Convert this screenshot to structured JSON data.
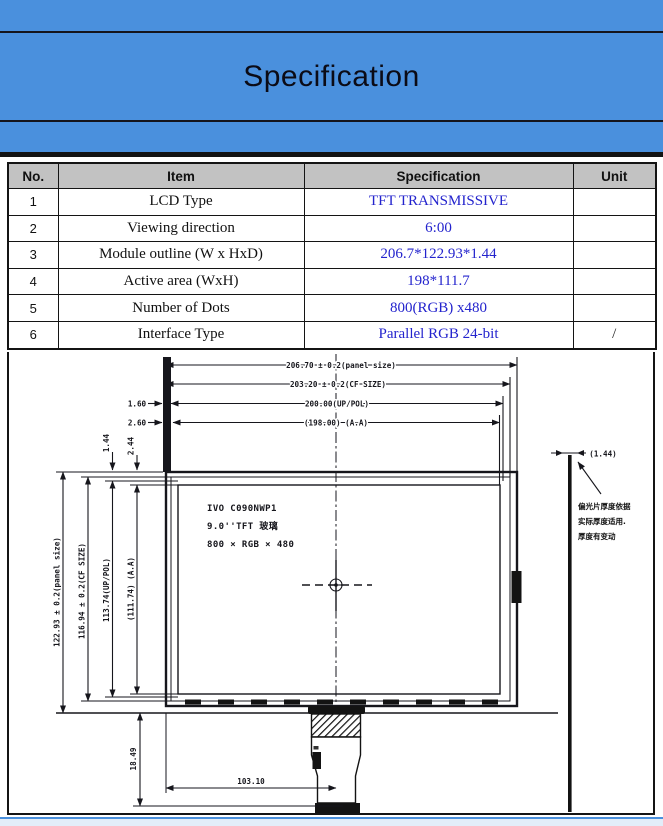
{
  "header": {
    "title": "Specification"
  },
  "table": {
    "headers": [
      "No.",
      "Item",
      "Specification",
      "Unit"
    ],
    "rows": [
      {
        "no": "1",
        "item": "LCD Type",
        "spec": "TFT TRANSMISSIVE",
        "unit": ""
      },
      {
        "no": "2",
        "item": "Viewing direction",
        "spec": "6:00",
        "unit": ""
      },
      {
        "no": "3",
        "item": "Module outline (W x HxD)",
        "spec": "206.7*122.93*1.44",
        "unit": ""
      },
      {
        "no": "4",
        "item": "Active area (WxH)",
        "spec": "198*111.7",
        "unit": ""
      },
      {
        "no": "5",
        "item": "Number of Dots",
        "spec": "800(RGB) x480",
        "unit": ""
      },
      {
        "no": "6",
        "item": "Interface Type",
        "spec": "Parallel RGB 24-bit",
        "unit": "/"
      }
    ]
  },
  "drawing": {
    "top_dims": [
      "206.70 ± 0.2(panel size)",
      "203.20 ± 0.2(CF SIZE)",
      "200.00(UP/POL)",
      "(198.00)  (A.A)"
    ],
    "left_offset_labels": [
      "1.60",
      "2.60"
    ],
    "top_edge_offsets": [
      "1.44",
      "2.44"
    ],
    "left_dims": [
      "122.93 ± 0.2(panel size)",
      "116.94 ± 0.2(CF SIZE)",
      "113.74(UP/POL)",
      "(111.74)  (A.A)"
    ],
    "panel_text": [
      "IVO C090NWP1",
      "9.0''TFT 玻璃",
      "800 × RGB × 480"
    ],
    "thickness_label": "(1.44)",
    "side_note": [
      "偏光片厚度依据",
      "实际厚度适用.",
      "厚度有变动"
    ],
    "fpc_offset_height": "18.49",
    "fpc_offset_width": "103.10"
  },
  "colors": {
    "banner_blue": "#4a90dd",
    "header_gray": "#c2c2c2",
    "spec_text_blue": "#2323cd",
    "line_black": "#141414"
  }
}
